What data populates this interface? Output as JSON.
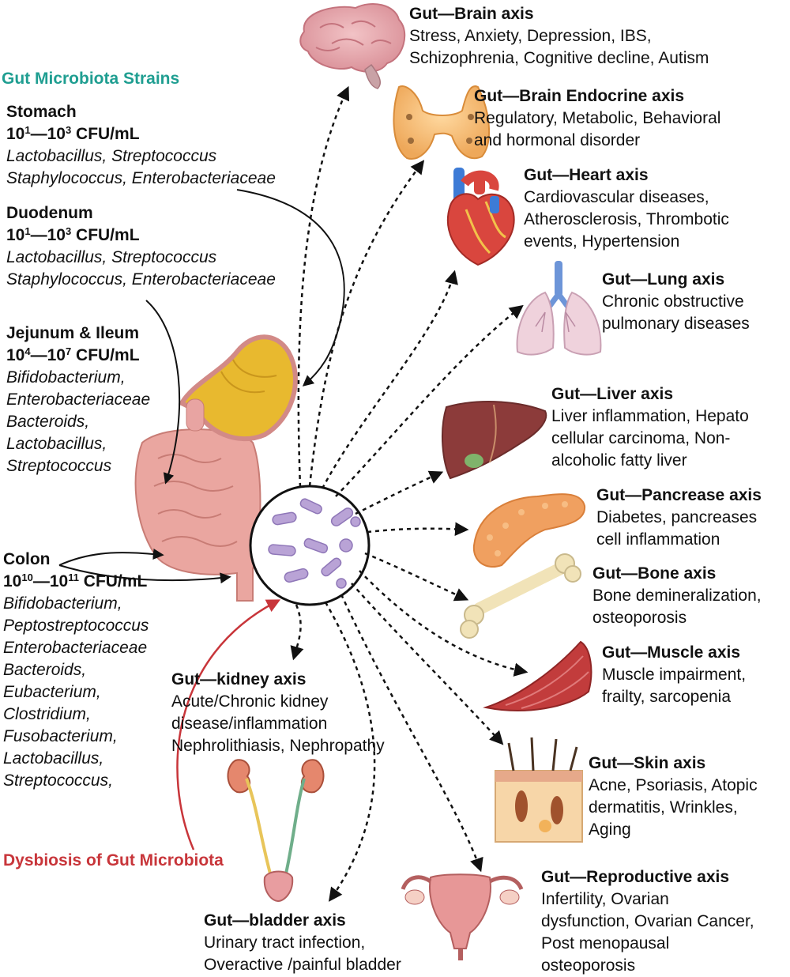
{
  "strains_heading": "Gut Microbiota Strains",
  "regions": {
    "stomach": {
      "name": "Stomach",
      "cfu": {
        "a": "10",
        "ae": "1",
        "dash": "—",
        "b": "10",
        "be": "3",
        "unit": " CFU/mL"
      },
      "bacteria": [
        "Lactobacillus, Streptococcus",
        "Staphylococcus, Enterobacteriaceae"
      ]
    },
    "duodenum": {
      "name": "Duodenum",
      "cfu": {
        "a": "10",
        "ae": "1",
        "dash": "—",
        "b": "10",
        "be": "3",
        "unit": " CFU/mL"
      },
      "bacteria": [
        "Lactobacillus, Streptococcus",
        "Staphylococcus, Enterobacteriaceae"
      ]
    },
    "jejunum": {
      "name": "Jejunum & Ileum",
      "cfu": {
        "a": "10",
        "ae": "4",
        "dash": "—",
        "b": "10",
        "be": "7",
        "unit": " CFU/mL"
      },
      "bacteria": [
        "Bifidobacterium,",
        "Enterobacteriaceae",
        "Bacteroids,",
        "Lactobacillus,",
        "Streptococcus"
      ]
    },
    "colon": {
      "name": "Colon",
      "cfu": {
        "a": "10",
        "ae": "10",
        "dash": "—",
        "b": "10",
        "be": "11",
        "unit": " CFU/mL"
      },
      "bacteria": [
        "Bifidobacterium,",
        "Peptostreptococcus",
        "Enterobacteriaceae",
        "Bacteroids,",
        "Eubacterium,",
        "Clostridium,",
        "Fusobacterium,",
        "Lactobacillus,",
        "Streptococcus,"
      ]
    }
  },
  "dysbiosis_label": "Dysbiosis of Gut Microbiota",
  "axes": {
    "brain": {
      "title": "Gut—Brain axis",
      "lines": [
        "Stress, Anxiety, Depression, IBS,",
        "Schizophrenia, Cognitive decline, Autism"
      ]
    },
    "endocrine": {
      "title": "Gut—Brain Endocrine axis",
      "lines": [
        "Regulatory, Metabolic, Behavioral",
        "and hormonal disorder"
      ]
    },
    "heart": {
      "title": "Gut—Heart axis",
      "lines": [
        "Cardiovascular diseases,",
        "Atherosclerosis, Thrombotic",
        "events, Hypertension"
      ]
    },
    "lung": {
      "title": "Gut—Lung axis",
      "lines": [
        "Chronic obstructive",
        "pulmonary diseases"
      ]
    },
    "liver": {
      "title": "Gut—Liver axis",
      "lines": [
        "Liver inflammation, Hepato",
        "cellular carcinoma, Non-",
        "alcoholic fatty liver"
      ]
    },
    "pancreas": {
      "title": "Gut—Pancrease axis",
      "lines": [
        "Diabetes, pancreases",
        "cell inflammation"
      ]
    },
    "bone": {
      "title": "Gut—Bone axis",
      "lines": [
        "Bone demineralization,",
        "osteoporosis"
      ]
    },
    "muscle": {
      "title": "Gut—Muscle axis",
      "lines": [
        "Muscle impairment,",
        "frailty, sarcopenia"
      ]
    },
    "skin": {
      "title": "Gut—Skin axis",
      "lines": [
        "Acne, Psoriasis, Atopic",
        "dermatitis, Wrinkles,",
        "Aging"
      ]
    },
    "reproductive": {
      "title": "Gut—Reproductive axis",
      "lines": [
        "Infertility, Ovarian",
        "dysfunction, Ovarian Cancer,",
        "Post menopausal",
        "osteoporosis"
      ]
    },
    "bladder": {
      "title": "Gut—bladder axis",
      "lines": [
        "Urinary tract infection,",
        "Overactive /painful bladder"
      ]
    },
    "kidney": {
      "title": "Gut—kidney axis",
      "lines": [
        "Acute/Chronic kidney",
        "disease/inflammation",
        "Nephrolithiasis, Nephropathy"
      ]
    }
  },
  "colors": {
    "heading_teal": "#1f9e91",
    "dysbiosis_red": "#c8353a",
    "intestine_pink": "#eaa6a0",
    "stomach_yellow": "#e8b92f",
    "bacteria_purple": "#b9a3d6"
  }
}
